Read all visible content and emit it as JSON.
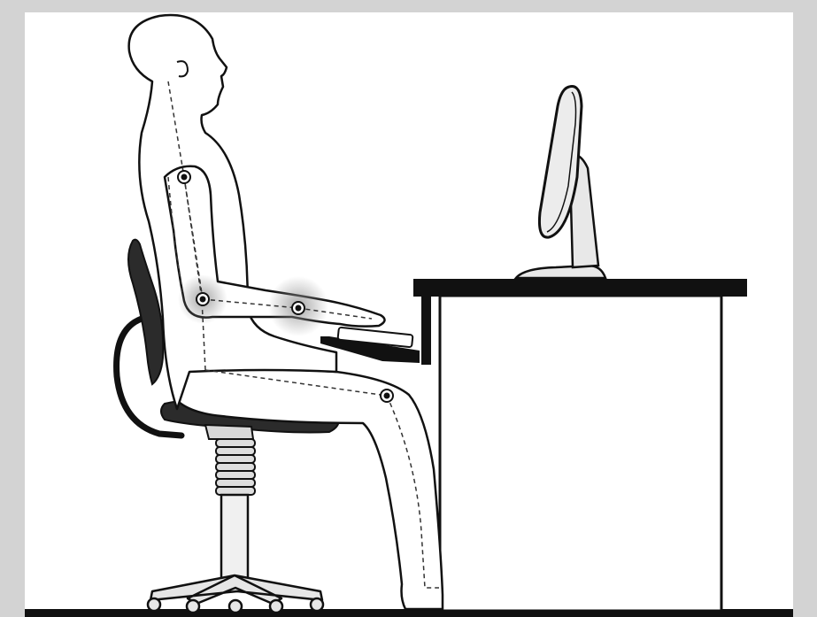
{
  "figure": {
    "subject": "ergonomic-seated-posture",
    "colors": {
      "frame": "#d3d3d3",
      "panel": "#ffffff",
      "ink": "#111111",
      "body_fill": "#ffffff",
      "chair": "#2b2b2b",
      "chair_light": "#e6e6e6",
      "monitor": "#e8e8e8",
      "joint_glow": "#9a9a9a"
    },
    "joints": [
      "shoulder",
      "elbow",
      "wrist",
      "knee"
    ],
    "labels": []
  }
}
